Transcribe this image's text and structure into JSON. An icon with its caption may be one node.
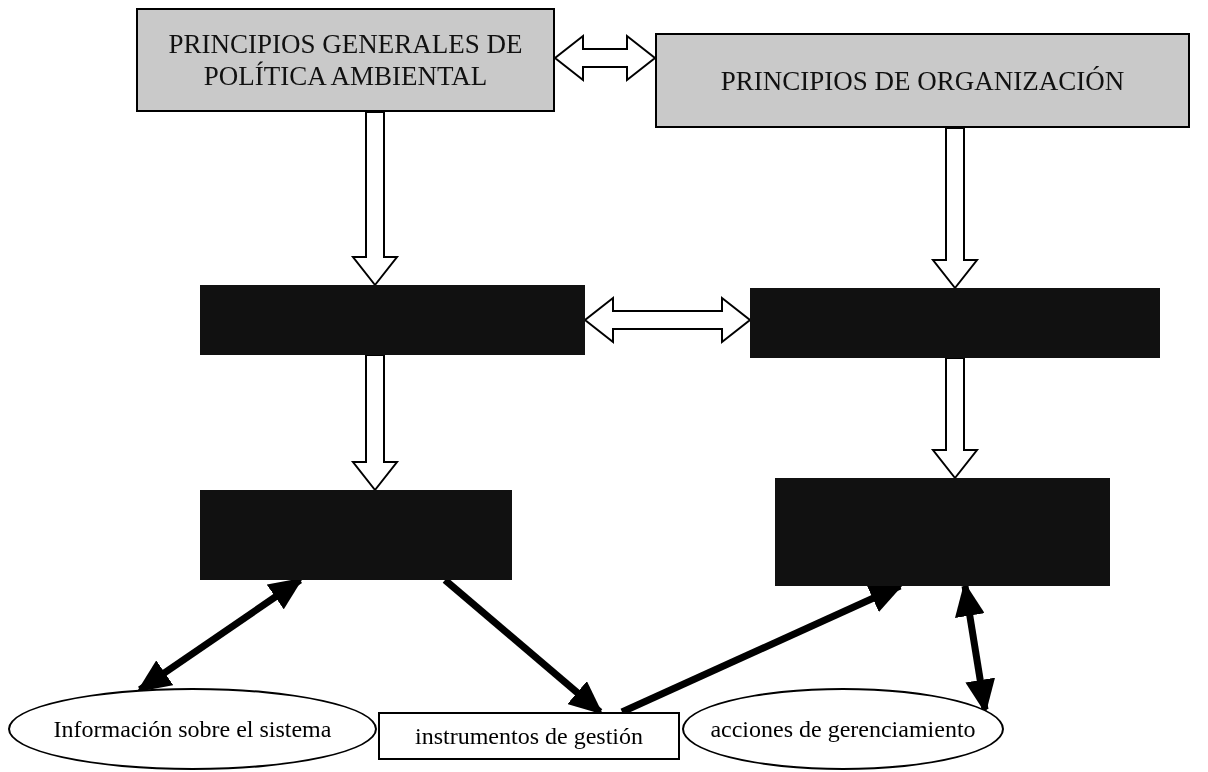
{
  "diagram": {
    "nodes": [
      {
        "text": [
          "PRINCIPIOS GENERALES DE POLÍTICA AMBIENTAL"
        ]
      },
      {
        "text": [
          "PRINCIPIOS DE ORGANIZACIÓN"
        ]
      },
      {
        "text": [],
        "shape": "box"
      },
      {
        "text": [],
        "shape": "box"
      },
      {
        "text": [],
        "shape": "box"
      },
      {
        "text": [],
        "shape": "box"
      },
      {
        "text": [
          "Información sobre el sistema"
        ]
      },
      {
        "text": [
          "instrumentos de gestión"
        ]
      },
      {
        "text": [
          "acciones de gerenciamiento"
        ]
      }
    ],
    "edges": [
      {
        "from": 0,
        "to": 1,
        "arrow": "both",
        "style": "thick"
      },
      {
        "from": 0,
        "to": 2,
        "arrow": "to",
        "style": "thick"
      },
      {
        "from": 1,
        "to": 3,
        "arrow": "to",
        "style": "thick"
      },
      {
        "from": 2,
        "to": 3,
        "arrow": "both",
        "style": "thick"
      },
      {
        "from": 2,
        "to": 4,
        "arrow": "to",
        "style": "thick"
      },
      {
        "from": 3,
        "to": 5,
        "arrow": "to",
        "style": "thick"
      },
      {
        "from": 4,
        "to": 6,
        "arrow": "both"
      },
      {
        "from": 4,
        "to": 7,
        "arrow": "to"
      },
      {
        "from": 7,
        "to": 5,
        "arrow": "to"
      },
      {
        "from": 5,
        "to": 8,
        "arrow": "both"
      }
    ]
  }
}
